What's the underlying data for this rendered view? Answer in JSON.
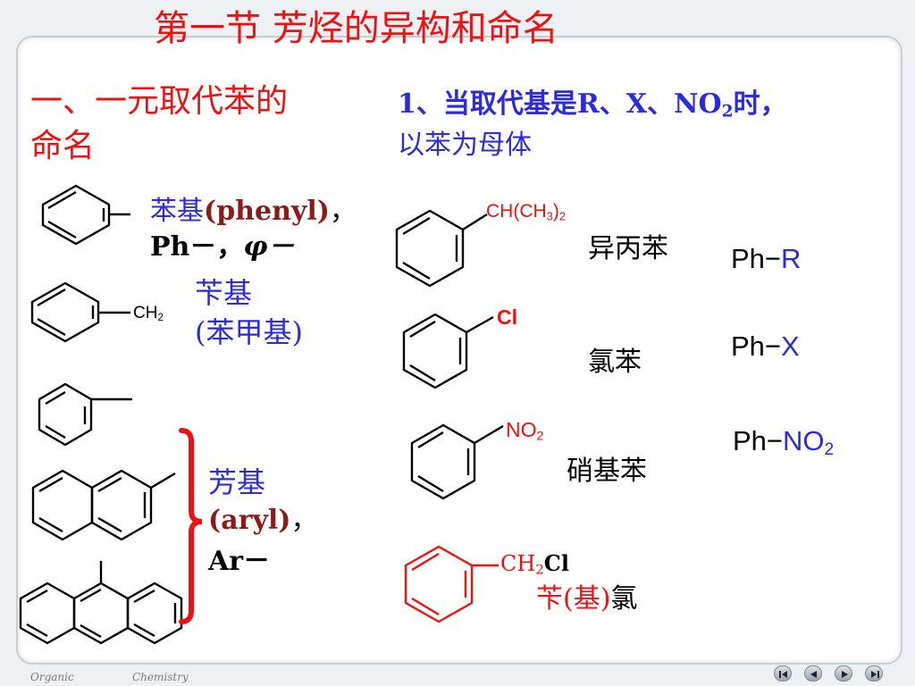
{
  "title": "第一节 芳烃的异构和命名",
  "section": {
    "line1": "一、一元取代苯的",
    "line2": "命名"
  },
  "rule": {
    "prefix": "1、当取代基是R、X、NO",
    "sub": "2",
    "suffix": "时，",
    "line2": "以苯为母体"
  },
  "left": {
    "phenyl_cn": "苯基",
    "phenyl_en": "(phenyl)",
    "phenyl_comma": "，",
    "phenyl_abbr": "Ph－，",
    "phenyl_phi": "φ－",
    "ch2": "CH",
    "ch2_sub": "2",
    "benzyl_cn": "苄基",
    "benzyl_alt": "(苯甲基)",
    "aryl_cn": "芳基",
    "aryl_en": "(aryl)",
    "aryl_comma": "，",
    "aryl_abbr": "Ar－"
  },
  "right": {
    "isopropyl": {
      "label_a": "CH(CH",
      "label_sub1": "3",
      "label_b": ")",
      "label_sub2": "2",
      "name": "异丙苯"
    },
    "chloro": {
      "label": "Cl",
      "name": "氯苯"
    },
    "nitro": {
      "label": "NO",
      "label_sub": "2",
      "name": "硝基苯"
    },
    "benzyl_chloride": {
      "label_a": "CH",
      "label_sub": "2",
      "label_b": "Cl",
      "name_a": "苄(基)",
      "name_b": "氯"
    }
  },
  "general": {
    "ph": "Ph",
    "dash": "−",
    "r": "R",
    "x": "X",
    "no": "NO",
    "no_sub": "2"
  },
  "footer": {
    "left": "Organic",
    "right": "Chemistry"
  },
  "nav": [
    "first-icon",
    "prev-icon",
    "next-icon",
    "last-icon"
  ],
  "colors": {
    "title": "#ee1111",
    "heading": "#2b2bd9",
    "accent_red": "#ee1111",
    "text": "#000000"
  }
}
